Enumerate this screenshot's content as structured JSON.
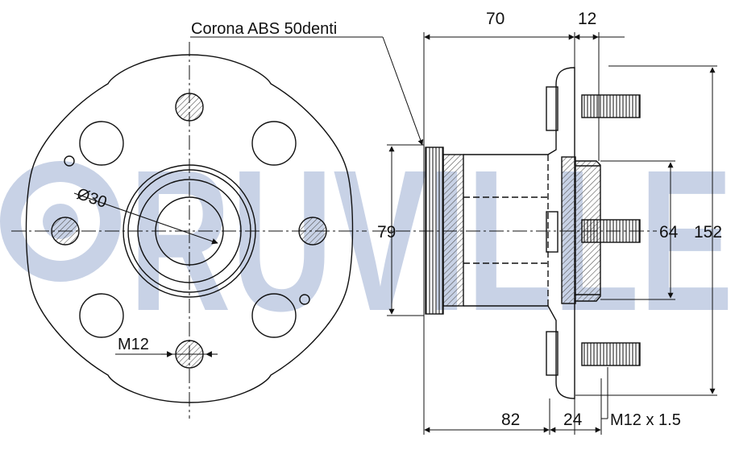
{
  "watermark": {
    "text": "RUVILLE",
    "color": "#c8d2e6"
  },
  "labels": {
    "abs_ring": "Corona ABS 50denti",
    "hub_bore": "Ø30",
    "stud_thread": "M12",
    "stud_spec": "M12 x 1.5"
  },
  "dimensions": {
    "length_70": "70",
    "length_12": "12",
    "length_82": "82",
    "length_24": "24",
    "dia_79": "79",
    "dia_64": "64",
    "dia_152": "152"
  },
  "colors": {
    "line": "#111111",
    "watermark": "#c8d2e6",
    "hatch": "#555555"
  }
}
